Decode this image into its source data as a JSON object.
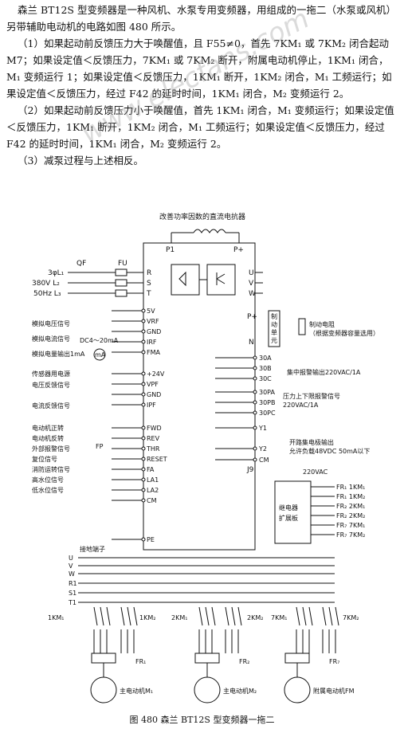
{
  "paragraphs": [
    "森兰 BT12S 型变频器是一种风机、水泵专用变频器，用组成的一拖二（水泵或风机）另带辅助电动机的电路如图 480 所示。",
    "（1）如果起动前反馈压力大于唤醒值，且 F55≠0，首先 7KM₁ 或 7KM₂ 闭合起动 M7；如果设定值＜反馈压力，7KM₁ 或 7KM₂ 断开，附属电动机停止，1KM₁ 闭合，M₁ 变频运行 1；如果设定值＜反馈压力，1KM₁ 断开，1KM₂ 闭合，M₁ 工频运行；如果设定值＜反馈压力，经过 F42 的延时时间，1KM₁ 闭合，M₂ 变频运行 2。",
    "（2）如果起动前反馈压力小于唤醒值，首先 1KM₁ 闭合，M₁ 变频运行；如果设定值＜反馈压力，1KM₁ 断开，1KM₂ 闭合，M₁ 工频运行；如果设定值＜反馈压力，经过 F42 的延时时间，1KM₁ 闭合，M₂ 变频运行 2。",
    "（3）减泵过程与上述相反。"
  ],
  "watermark": "www.elecfans.com",
  "diagram": {
    "top_label": "改善功率因数的直流电抗器",
    "p_labels": [
      "P1",
      "P+"
    ],
    "power_in": [
      "3φL₁",
      "380V L₂",
      "50Hz L₃"
    ],
    "qf": "QF",
    "fu": "FU",
    "rst": [
      "R",
      "S",
      "T"
    ],
    "uvw": [
      "U",
      "V",
      "W"
    ],
    "pplus": "P+",
    "n": "N",
    "brake_unit": "制动单元",
    "brake_resistor": "制动电阻\n（根据变频器容量选用）",
    "left_terminals": [
      "5V",
      "VRF",
      "GND",
      "IRF",
      "FMA",
      "+24V",
      "VPF",
      "GND",
      "IPF",
      "FWD",
      "REV",
      "THR",
      "RESET",
      "FA",
      "LA1",
      "LA2",
      "CM",
      "PE"
    ],
    "left_labels": [
      "模拟电压信号",
      "模拟电流信号",
      "模拟电量输出1mA",
      "传感器用电源",
      "电压反馈信号",
      "电流反馈信号",
      "电动机正转",
      "电动机反转",
      "外部报警信号",
      "复位信号",
      "消防运转信号",
      "高水位信号",
      "低水位信号"
    ],
    "dc_label": "DC4～20mA",
    "ma_label": "mA",
    "fp_label": "FP",
    "ground_label": "接地端子",
    "right_terminals": [
      "30A",
      "30B",
      "30C",
      "30PA",
      "30PB",
      "30PC",
      "Y1",
      "Y2",
      "CM"
    ],
    "alarm_label": "集中报警输出220VAC/1A",
    "pressure_label": "压力上下限报警信号\n220VAC/1A",
    "oc_label": "开路集电极输出\n允许负载48VDC 50mA以下",
    "j9": "J9",
    "v220": "220VAC",
    "relay_board": "继电器扩展板",
    "relay_outputs": [
      "FR₁ 1KM₁",
      "FR₁ 1KM₂",
      "FR₂ 2KM₁",
      "FR₂ 2KM₂",
      "FR₇ 7KM₁",
      "FR₇ 7KM₂"
    ],
    "bus_labels": [
      "U",
      "V",
      "W",
      "R1",
      "S1",
      "T1"
    ],
    "contactors": [
      "1KM₁",
      "1KM₂",
      "2KM₁",
      "2KM₂",
      "7KM₁",
      "7KM₂"
    ],
    "fr_labels": [
      "FR₁",
      "FR₂",
      "FR₇"
    ],
    "motor_labels": [
      "主电动机M₁",
      "主电动机M₂",
      "附属电动机FM"
    ]
  },
  "caption": "图 480   森兰 BT12S 型变频器一拖二"
}
